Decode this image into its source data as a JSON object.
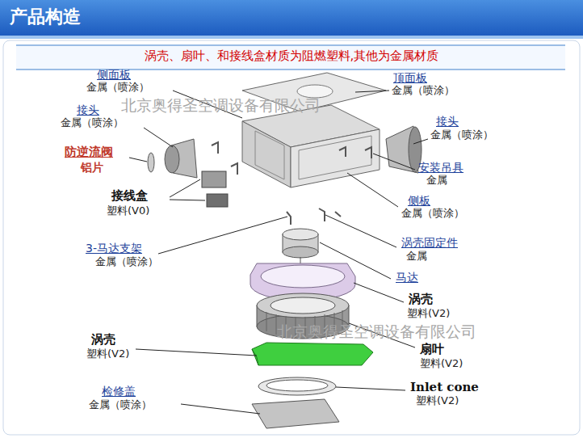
{
  "diagram": {
    "title": "产品构造",
    "labels": [
      "涡壳、扇叶、和接线盒材质为阻燃塑料,其他为金属材质",
      "侧面板",
      "金属（喷涂）",
      "顶面板",
      "金属（喷涂）",
      "接头",
      "金属（喷涂）",
      "接头",
      "金属（喷涂）",
      "防逆流阀",
      "铝片",
      "安装吊具",
      "金属",
      "接线盒",
      "塑料(V0)",
      "侧板",
      "金属（喷涂）",
      "3-马达支架",
      "金属（喷涂）",
      "涡壳固定件",
      "金属",
      "马达",
      "涡壳",
      "塑料(V2)",
      "扇叶",
      "塑料(V2)",
      "涡壳",
      "塑料(V2)",
      "检修盖",
      "金属（喷涂）",
      "Inlet cone",
      "塑料(V2)",
      "北京奥得圣空调设备有限公司",
      "北京奥得圣空调设备有限公司"
    ]
  }
}
